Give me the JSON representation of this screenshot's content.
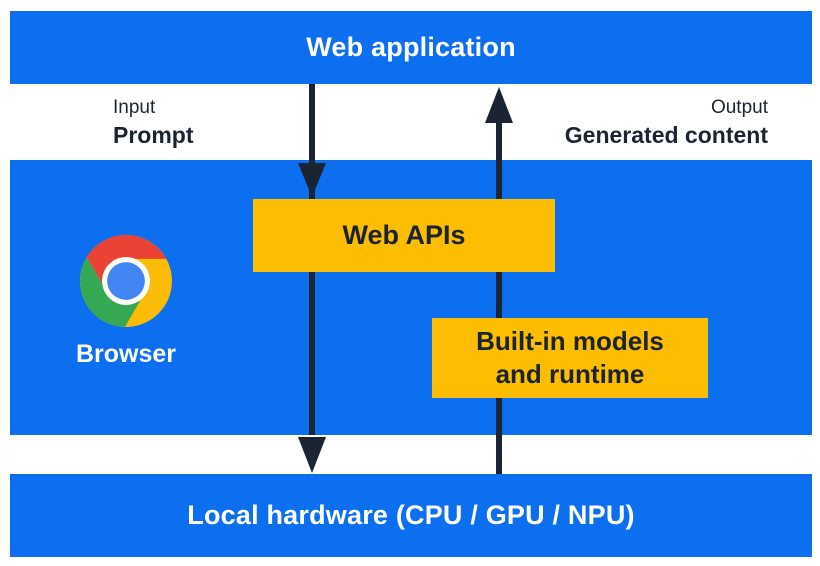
{
  "layers": {
    "web_application": "Web application",
    "local_hardware": "Local hardware (CPU / GPU / NPU)"
  },
  "io": {
    "input_caption": "Input",
    "input_value": "Prompt",
    "output_caption": "Output",
    "output_value": "Generated content"
  },
  "browser": {
    "label": "Browser",
    "logo_icon": "chrome-logo"
  },
  "boxes": {
    "web_apis": "Web APIs",
    "builtin_models_line1": "Built-in models",
    "builtin_models_line2": "and runtime"
  },
  "colors": {
    "blue": "#0B6FF0",
    "yellow": "#FDBD00",
    "navy": "#1B2433",
    "white": "#FFFFFF",
    "chrome_red": "#EA4335",
    "chrome_yellow": "#FBBC05",
    "chrome_green": "#34A853",
    "chrome_blue": "#4285F4"
  }
}
